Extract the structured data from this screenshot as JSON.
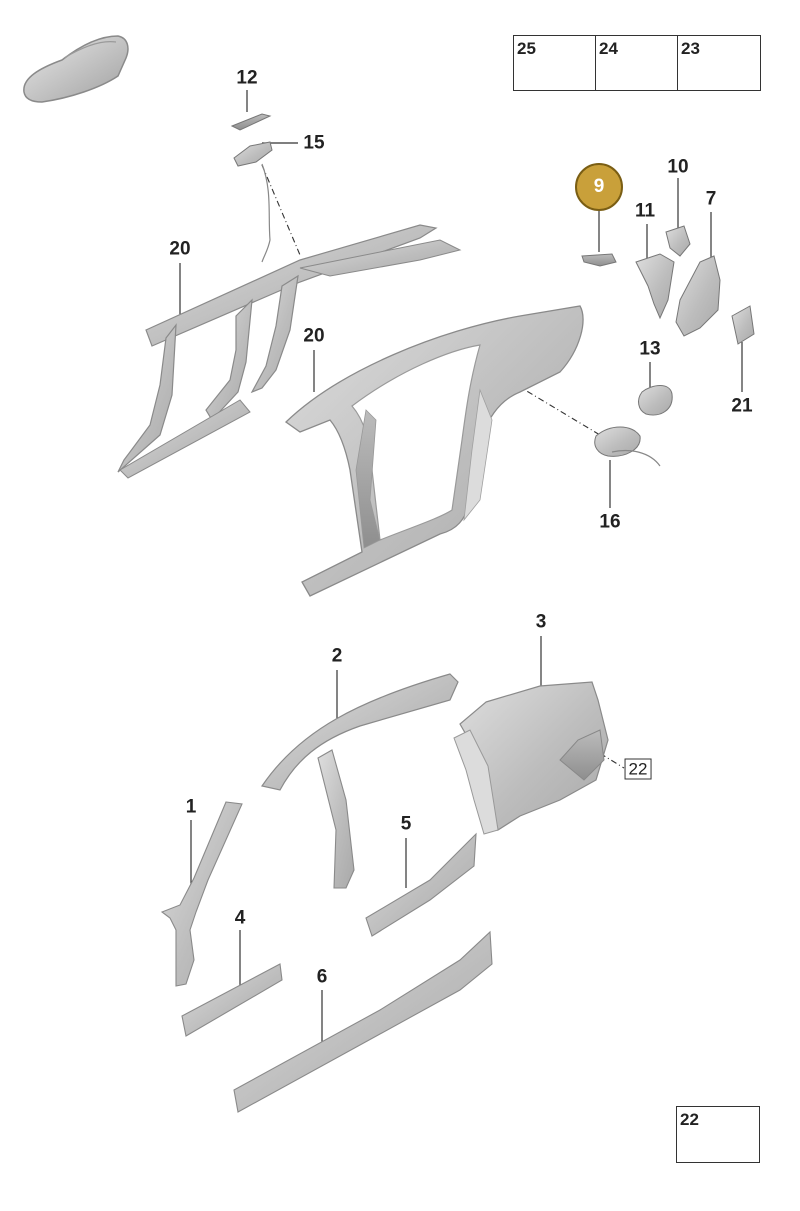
{
  "colors": {
    "part_fill": "#c8c8c8",
    "part_stroke": "#8a8a8a",
    "leader": "#333333",
    "highlight": "#c9a03a",
    "highlight_border": "#7a5e14"
  },
  "icons": {
    "vehicle": "car-silhouette-icon",
    "legend_23": "tape-roll-icon",
    "legend_24": "cylinder-rod-icon",
    "legend_25": "cylinder-rod-icon",
    "legend_22": "bolt-nut-icon"
  },
  "callouts": {
    "c12": "12",
    "c15": "15",
    "c20a": "20",
    "c20b": "20",
    "c9": "9",
    "c10": "10",
    "c11": "11",
    "c7": "7",
    "c13": "13",
    "c21": "21",
    "c16": "16",
    "c3": "3",
    "c2": "2",
    "c22box": "22",
    "c1": "1",
    "c5": "5",
    "c4": "4",
    "c6": "6"
  },
  "legend_top": {
    "items": [
      "25",
      "24",
      "23"
    ]
  },
  "legend_bottom": {
    "items": [
      "22"
    ]
  }
}
